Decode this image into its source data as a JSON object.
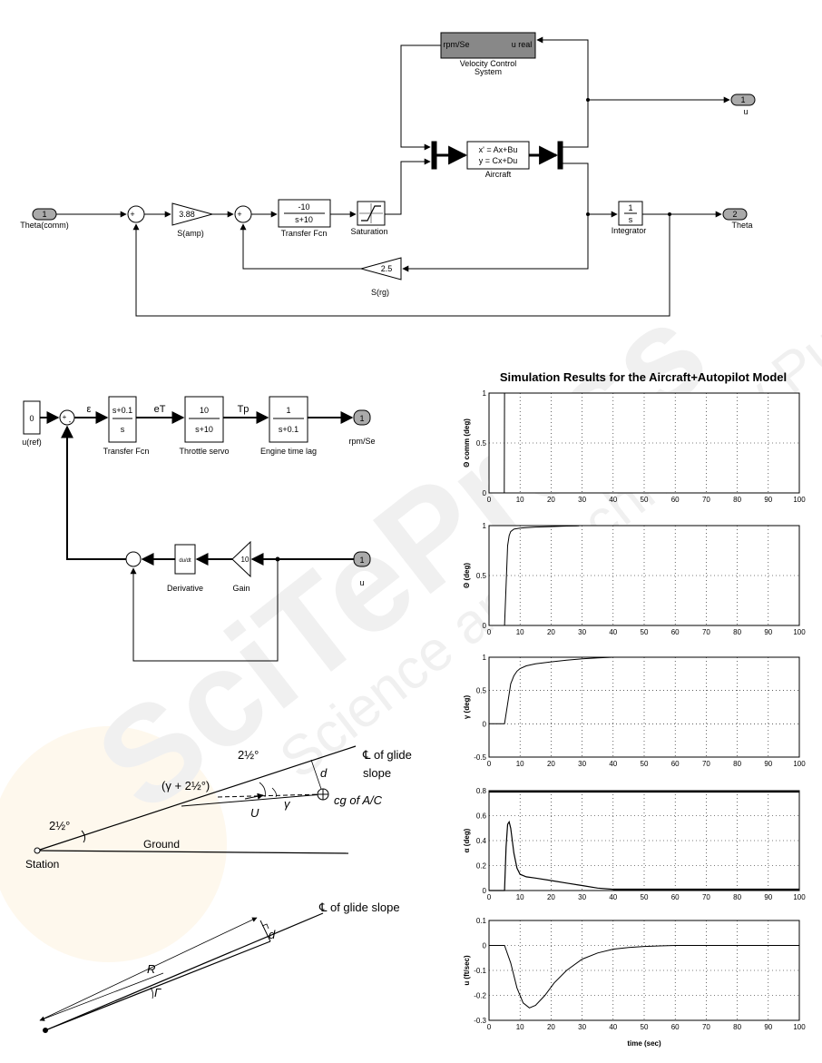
{
  "top": {
    "velocity_block_line1": "Velocity Control",
    "velocity_block_line2": "System",
    "velocity_in_port": "rpm/Se",
    "velocity_out_port": "u real",
    "out_u_num": "1",
    "out_u_label": "u",
    "ss_line1": "x' = Ax+Bu",
    "ss_line2": "y = Cx+Du",
    "ss_label": "Aircraft",
    "in_theta_num": "1",
    "in_theta_label": "Theta(comm)",
    "sum1_sign": "+",
    "amp_gain": "3.88",
    "amp_label": "S(amp)",
    "sum2_sign": "+",
    "tf_num": "-10",
    "tf_den": "s+10",
    "tf_label": "Transfer Fcn",
    "sat_label": "Saturation",
    "int_num": "1",
    "int_den": "s",
    "int_label": "Integrator",
    "out_theta_num": "2",
    "out_theta_label": "Theta",
    "rg_gain": "2.5",
    "rg_label": "S(rg)"
  },
  "vel": {
    "const_val": "0",
    "const_label": "u(ref)",
    "eps": "ε",
    "eT": "eT",
    "Tp": "Tp",
    "tf1_num": "s+0.1",
    "tf1_den": "s",
    "tf1_label": "Transfer Fcn",
    "tf2_num": "10",
    "tf2_den": "s+10",
    "tf2_label": "Throttle servo",
    "tf3_num": "1",
    "tf3_den": "s+0.1",
    "tf3_label": "Engine time lag",
    "out_num": "1",
    "out_label": "rpm/Se",
    "deriv_text": "du/dt",
    "deriv_label": "Derivative",
    "gain_val": "10",
    "gain_label": "Gain",
    "in_num": "1",
    "in_label": "u",
    "sum_plus": "+",
    "sum_minus": "-"
  },
  "glide": {
    "half_angle": "2½°",
    "half_angle_left": "2½°",
    "gamma_expr": "(γ + 2½°)",
    "cl_line1": "℄ of glide",
    "cl_line2": "slope",
    "d": "d",
    "U": "U",
    "gamma": "γ",
    "cg": "cg of A/C",
    "ground": "Ground",
    "station": "Station",
    "cl2": "℄ of glide slope",
    "R": "R",
    "Gamma": "Γ",
    "d2": "d"
  },
  "chart_data": {
    "title": "Simulation Results for the Aircraft+Autopilot Model",
    "type": "line",
    "x_ticks": [
      0,
      10,
      20,
      30,
      40,
      50,
      60,
      70,
      80,
      90,
      100
    ],
    "xlim": [
      0,
      100
    ],
    "xlabel": "time (sec)",
    "grid": true,
    "panels": [
      {
        "ylabel": "Θ comm (deg)",
        "ylim": [
          0,
          1
        ],
        "y_ticks": [
          0,
          0.5,
          1
        ],
        "x": [
          0,
          4.9,
          5,
          100
        ],
        "y": [
          0,
          0,
          1,
          1
        ]
      },
      {
        "ylabel": "Θ (deg)",
        "ylim": [
          0,
          1
        ],
        "y_ticks": [
          0,
          0.5,
          1
        ],
        "x": [
          0,
          5,
          5.5,
          6,
          6.5,
          7,
          8,
          10,
          12,
          15,
          20,
          25,
          29
        ],
        "y": [
          0,
          0,
          0.4,
          0.8,
          0.9,
          0.94,
          0.965,
          0.975,
          0.98,
          0.985,
          0.99,
          0.995,
          0.997
        ]
      },
      {
        "ylabel": "γ (deg)",
        "ylim": [
          -0.5,
          1
        ],
        "y_ticks": [
          -0.5,
          0,
          0.5,
          1
        ],
        "x": [
          0,
          5,
          6,
          7,
          8,
          9,
          10,
          12,
          15,
          20,
          25,
          30,
          35,
          40
        ],
        "y": [
          0,
          0,
          0.3,
          0.6,
          0.72,
          0.79,
          0.83,
          0.87,
          0.9,
          0.93,
          0.955,
          0.975,
          0.99,
          1.0
        ]
      },
      {
        "ylabel": "α (deg)",
        "ylim": [
          0,
          0.8
        ],
        "y_ticks": [
          0,
          0.2,
          0.4,
          0.6,
          0.8
        ],
        "x": [
          0,
          5,
          5.5,
          6,
          6.5,
          7,
          8,
          9,
          10,
          12,
          15,
          20,
          25,
          30,
          35,
          40,
          100
        ],
        "y": [
          0,
          0,
          0.35,
          0.53,
          0.55,
          0.5,
          0.3,
          0.18,
          0.13,
          0.11,
          0.1,
          0.08,
          0.06,
          0.04,
          0.02,
          0.01,
          0.01
        ]
      },
      {
        "ylabel": "u (ft/sec)",
        "ylim": [
          -0.3,
          0.1
        ],
        "y_ticks": [
          -0.3,
          -0.2,
          -0.1,
          0,
          0.1
        ],
        "x": [
          0,
          5,
          7,
          9,
          11,
          13,
          15,
          18,
          21,
          25,
          30,
          35,
          40,
          45,
          50,
          55,
          60,
          100
        ],
        "y": [
          0,
          0,
          -0.07,
          -0.17,
          -0.23,
          -0.25,
          -0.24,
          -0.2,
          -0.15,
          -0.1,
          -0.055,
          -0.03,
          -0.015,
          -0.008,
          -0.004,
          -0.002,
          0,
          0
        ]
      }
    ]
  }
}
